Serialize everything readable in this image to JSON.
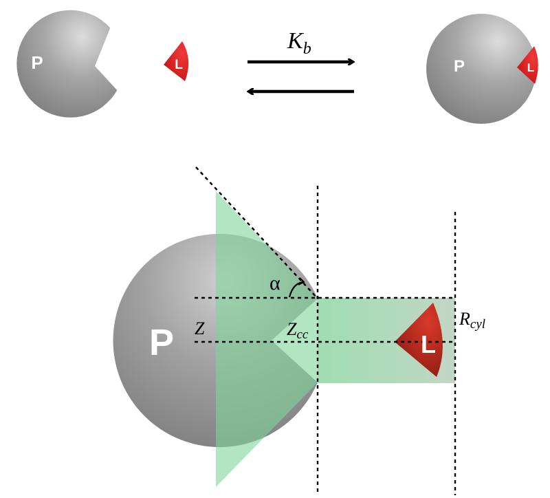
{
  "top": {
    "protein_label": "P",
    "ligand_label": "L",
    "complex_protein_label": "P",
    "complex_ligand_label": "L",
    "constant_symbol": "K",
    "constant_subscript": "b"
  },
  "bottom": {
    "protein_label": "P",
    "ligand_label": "L",
    "angle_label": "α",
    "z_label": "Z",
    "zcc_symbol": "Z",
    "zcc_subscript": "cc",
    "rcyl_symbol": "R",
    "rcyl_subscript": "cyl"
  },
  "colors": {
    "protein_gray": "#9a9a9a",
    "ligand_red": "#d42020",
    "cone_green": "#7fd39a",
    "text_white": "#ffffff",
    "line_black": "#000000"
  }
}
